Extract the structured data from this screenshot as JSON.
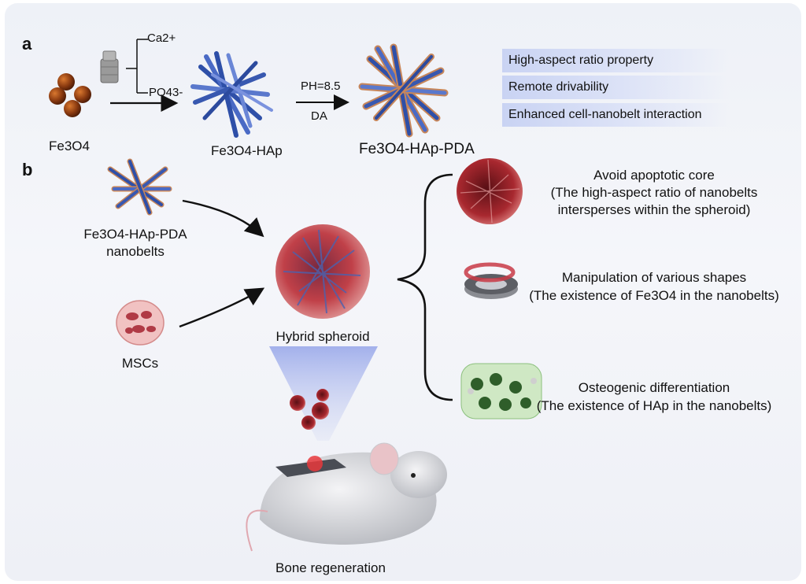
{
  "panel_a": {
    "label": "a",
    "fe3o4": "Fe3O4",
    "ca": "Ca2+",
    "po4": "PO43-",
    "ph": "PH=8.5",
    "da": "DA",
    "fe3o4_hap": "Fe3O4-HAp",
    "fe3o4_hap_pda": "Fe3O4-HAp-PDA",
    "properties": [
      "High-aspect ratio property",
      "Remote drivability",
      "Enhanced cell-nanobelt interaction"
    ]
  },
  "panel_b": {
    "label": "b",
    "nanobelts_line1": "Fe3O4-HAp-PDA",
    "nanobelts_line2": "nanobelts",
    "mscs": "MSCs",
    "hybrid": "Hybrid spheroid",
    "bone": "Bone regeneration",
    "outcomes": [
      {
        "title": "Avoid apoptotic core",
        "line2": "(The high-aspect ratio of nanobelts",
        "line3": "intersperses within the spheroid)"
      },
      {
        "title": "Manipulation of various shapes",
        "line2": "(The existence of Fe3O4 in the nanobelts)"
      },
      {
        "title": "Osteogenic differentiation",
        "line2": "(The existence of HAp in the nanobelts)"
      }
    ]
  },
  "colors": {
    "nanobelt_blue": "#3f5fb8",
    "spheroid_red": "#b0303a",
    "particle_brown": "#8a3a10",
    "property_bg": "#c9d3f3"
  }
}
